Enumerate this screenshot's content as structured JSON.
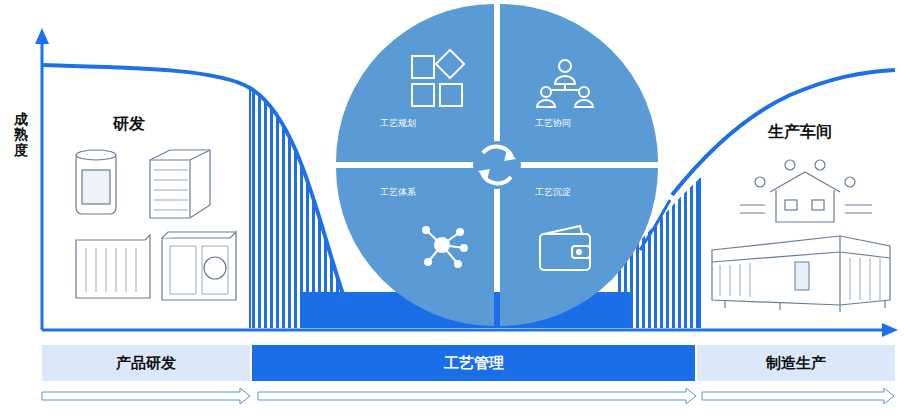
{
  "diagram": {
    "nodes": [
      {
        "text": [
          "工艺规划"
        ]
      },
      {
        "text": [
          "工艺协同"
        ]
      },
      {
        "text": [
          "工艺体系"
        ]
      },
      {
        "text": [
          "工艺沉淀"
        ]
      },
      {
        "text": [
          "产品研发"
        ]
      },
      {
        "text": [
          "工艺管理"
        ]
      },
      {
        "text": [
          "制造生产"
        ]
      }
    ],
    "labels": [
      "成熟度",
      "研发",
      "生产车间"
    ]
  }
}
